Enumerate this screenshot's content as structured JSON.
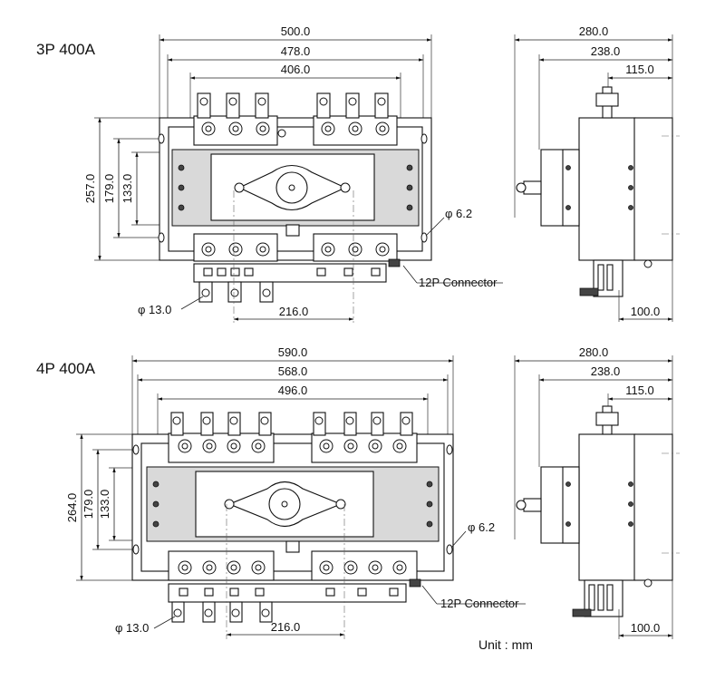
{
  "upper": {
    "title": "3P 400A",
    "front": {
      "w_total": "500.0",
      "w_mid": "478.0",
      "w_inner": "406.0",
      "h_total": "257.0",
      "h_mid": "179.0",
      "h_inner": "133.0",
      "hole_small": "φ 6.2",
      "hole_large": "φ 13.0",
      "pitch": "216.0",
      "connector": "12P Connector"
    },
    "side": {
      "w_total": "280.0",
      "w_mid": "238.0",
      "w_inner": "115.0",
      "w_bottom": "100.0"
    }
  },
  "lower": {
    "title": "4P 400A",
    "front": {
      "w_total": "590.0",
      "w_mid": "568.0",
      "w_inner": "496.0",
      "h_total": "264.0",
      "h_mid": "179.0",
      "h_inner": "133.0",
      "hole_small": "φ 6.2",
      "hole_large": "φ 13.0",
      "pitch": "216.0",
      "connector": "12P Connector"
    },
    "side": {
      "w_total": "280.0",
      "w_mid": "238.0",
      "w_inner": "115.0",
      "w_bottom": "100.0"
    }
  },
  "unit_label": "Unit : mm"
}
